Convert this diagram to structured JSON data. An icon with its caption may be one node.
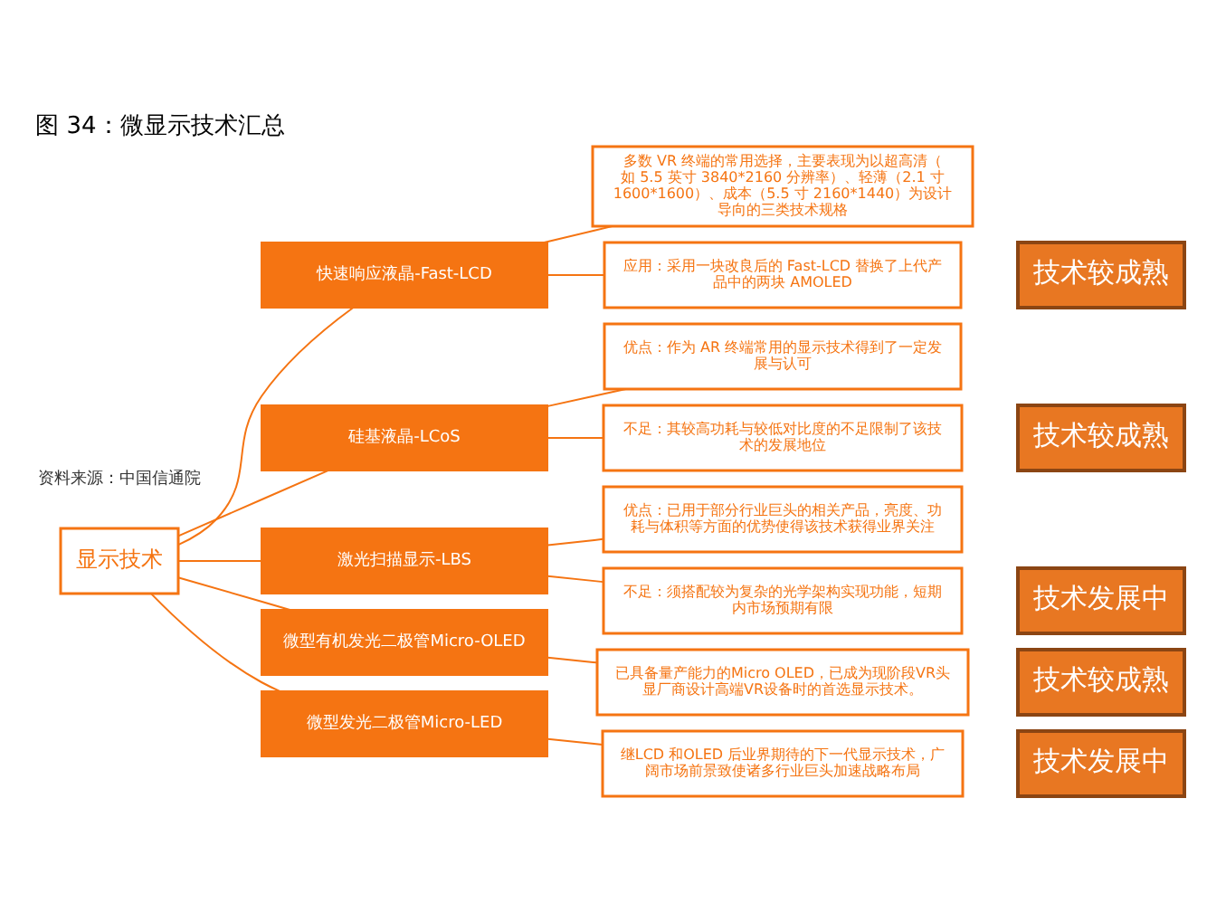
{
  "diagram": {
    "title": "图 34：微显示技术汇总",
    "nodes": [
      {
        "text": [
          "显示技术"
        ]
      },
      {
        "text": [
          "快速响应液晶-Fast-LCD"
        ]
      },
      {
        "text": [
          "多数 VR 终端的常用选择，主要表现为以超高清（如 5.5 英寸 3840*2160 分辨率）、轻薄（2.1 寸 1600*1600）、成本（5.5 寸 2160*1440）为设计导向的三类技术规格"
        ]
      },
      {
        "text": [
          "应用：采用一块改良后的 Fast-LCD 替换了上代产品中的两块 AMOLED"
        ]
      },
      {
        "text": [
          "技术较成熟"
        ]
      },
      {
        "text": [
          "硅基液晶-LCoS"
        ]
      },
      {
        "text": [
          "优点：作为 AR 终端常用的显示技术得到了一定发展与认可"
        ]
      },
      {
        "text": [
          "不足：其较高功耗与较低对比度的不足限制了该技术的发展地位"
        ]
      },
      {
        "text": [
          "技术较成熟"
        ]
      },
      {
        "text": [
          "激光扫描显示-LBS"
        ]
      },
      {
        "text": [
          "优点：已用于部分行业巨头的相关产品，亮度、功耗与体积等方面的优势使得该技术获得业界关注"
        ]
      },
      {
        "text": [
          "不足：须搭配较为复杂的光学架构实现功能，短期内市场预期有限"
        ]
      },
      {
        "text": [
          "技术发展中"
        ]
      },
      {
        "text": [
          "微型有机发光二极管Micro-OLED"
        ]
      },
      {
        "text": [
          "已具备量产能力的Micro OLED，已成为现阶段VR头显厂商设计高端VR设备时的首选显示技术。"
        ]
      },
      {
        "text": [
          "技术较成熟"
        ]
      },
      {
        "text": [
          "微型发光二极管Micro-LED"
        ]
      },
      {
        "text": [
          "继LCD 和OLED 后业界期待的下一代显示技术，广阔市场前景致使诸多行业巨头加速战略布局"
        ]
      },
      {
        "text": [
          "技术发展中"
        ]
      }
    ],
    "edges": [
      {
        "from": 0,
        "to": 1,
        "arrow": "none"
      },
      {
        "from": 0,
        "to": 5,
        "arrow": "none"
      },
      {
        "from": 0,
        "to": 9,
        "arrow": "none"
      },
      {
        "from": 0,
        "to": 13,
        "arrow": "none"
      },
      {
        "from": 0,
        "to": 16,
        "arrow": "none"
      },
      {
        "from": 1,
        "to": 2,
        "arrow": "none"
      },
      {
        "from": 1,
        "to": 3,
        "arrow": "none"
      },
      {
        "from": 5,
        "to": 6,
        "arrow": "none"
      },
      {
        "from": 5,
        "to": 7,
        "arrow": "none"
      },
      {
        "from": 9,
        "to": 10,
        "arrow": "none"
      },
      {
        "from": 9,
        "to": 11,
        "arrow": "none"
      },
      {
        "from": 13,
        "to": 14,
        "arrow": "none"
      },
      {
        "from": 16,
        "to": 17,
        "arrow": "none"
      }
    ],
    "labels": [
      "资料来源：中国信通院"
    ]
  }
}
